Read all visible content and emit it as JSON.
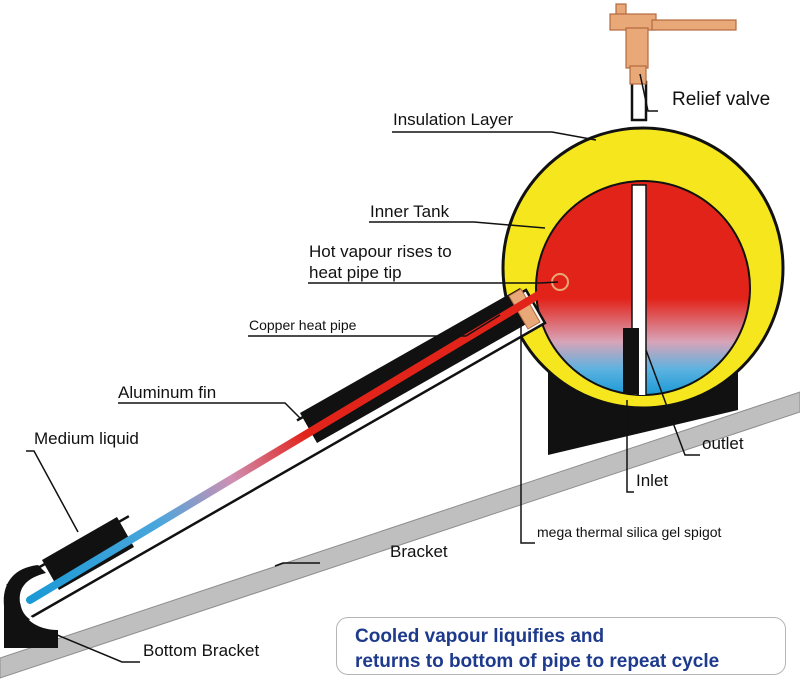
{
  "labels": {
    "relief_valve": "Relief valve",
    "insulation_layer": "Insulation Layer",
    "inner_tank": "Inner Tank",
    "hot_vapour": "Hot vapour rises to\nheat pipe tip",
    "hot_vapour_l1": "Hot vapour rises to",
    "hot_vapour_l2": "heat pipe tip",
    "copper_heat_pipe": "Copper heat pipe",
    "aluminum_fin": "Aluminum fin",
    "medium_liquid": "Medium liquid",
    "outlet": "outlet",
    "inlet": "Inlet",
    "spigot": "mega thermal silica gel spigot",
    "bracket": "Bracket",
    "bottom_bracket": "Bottom Bracket"
  },
  "note": {
    "line1": "Cooled vapour liquifies and",
    "line2": "returns to bottom of pipe to repeat cycle"
  },
  "colors": {
    "insulation": "#f5e61e",
    "hot": "#e2231a",
    "cold": "#1b9ad6",
    "copper": "#e8a878",
    "bracket": "#bfbfbf",
    "note_text": "#1d3a8c"
  }
}
